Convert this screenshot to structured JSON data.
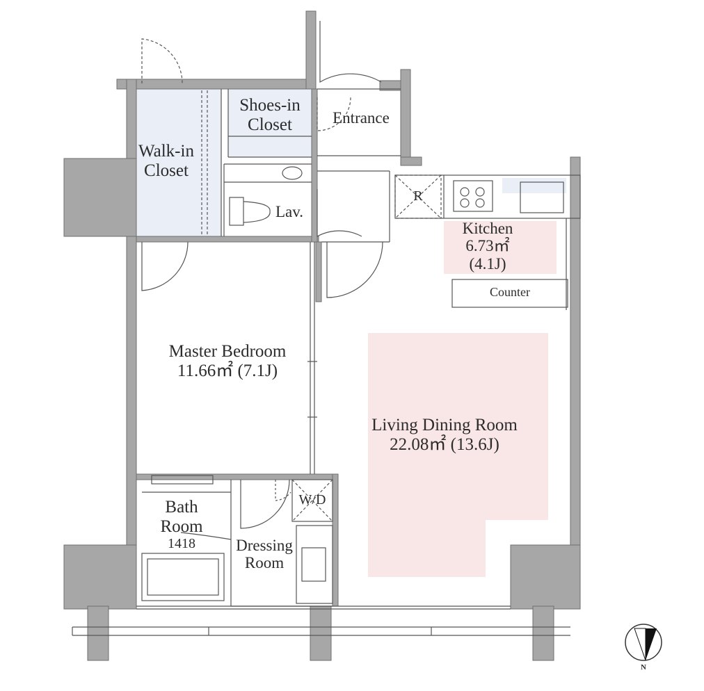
{
  "rooms": {
    "walk_in_closet": {
      "line1": "Walk-in",
      "line2": "Closet"
    },
    "shoes_in_closet": {
      "line1": "Shoes-in",
      "line2": "Closet"
    },
    "entrance": "Entrance",
    "lavatory": "Lav.",
    "refrigerator": "R",
    "kitchen": {
      "name": "Kitchen",
      "area": "6.73㎡",
      "jo": "(4.1J)"
    },
    "counter": "Counter",
    "master_bedroom": {
      "name": "Master Bedroom",
      "area": "11.66㎡ (7.1J)"
    },
    "living_dining": {
      "name": "Living Dining Room",
      "area": "22.08㎡ (13.6J)"
    },
    "washer_dryer": "W/D",
    "bath_room": {
      "line1": "Bath",
      "line2": "Room",
      "size": "1418"
    },
    "dressing_room": {
      "line1": "Dressing",
      "line2": "Room"
    }
  },
  "compass": {
    "label": "N"
  },
  "colors": {
    "wall": "#a7a7a7",
    "wall_edge": "#6f6f6f",
    "closet_fill": "#e9eef7",
    "ldk_fill": "#f9e6e6",
    "line": "#555555"
  }
}
